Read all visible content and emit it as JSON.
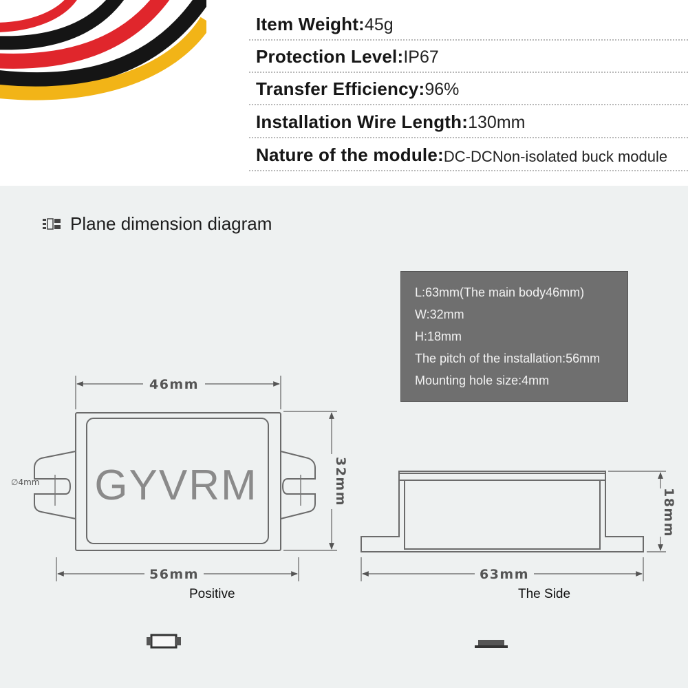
{
  "specs": [
    {
      "label": "Item Weight:",
      "value": "45g"
    },
    {
      "label": "Protection Level:",
      "value": "IP67"
    },
    {
      "label": "Transfer Efficiency:",
      "value": "96%"
    },
    {
      "label": "Installation Wire Length:",
      "value": "130mm"
    },
    {
      "label": "Nature of the module:",
      "value": "DC-DCNon-isolated buck module"
    }
  ],
  "section_title": "Plane dimension diagram",
  "dimension_box": [
    "L:63mm(The main body46mm)",
    "W:32mm",
    "H:18mm",
    "The pitch of the installation:56mm",
    "Mounting hole size:4mm"
  ],
  "diagram": {
    "brand": "GYVRM",
    "dim_top_width": "46mm",
    "dim_bottom_width": "56mm",
    "dim_height_front": "32mm",
    "dim_hole": "∅4mm",
    "dim_side_length": "63mm",
    "dim_side_height": "18mm"
  },
  "captions": {
    "front": "Positive",
    "side": "The Side"
  },
  "colors": {
    "wire_red": "#e0262c",
    "wire_yellow": "#f2b417",
    "wire_black": "#151515",
    "background_lower": "#eef1f1",
    "box_fill": "#6f6f6f",
    "outline": "#6b6b6b"
  }
}
